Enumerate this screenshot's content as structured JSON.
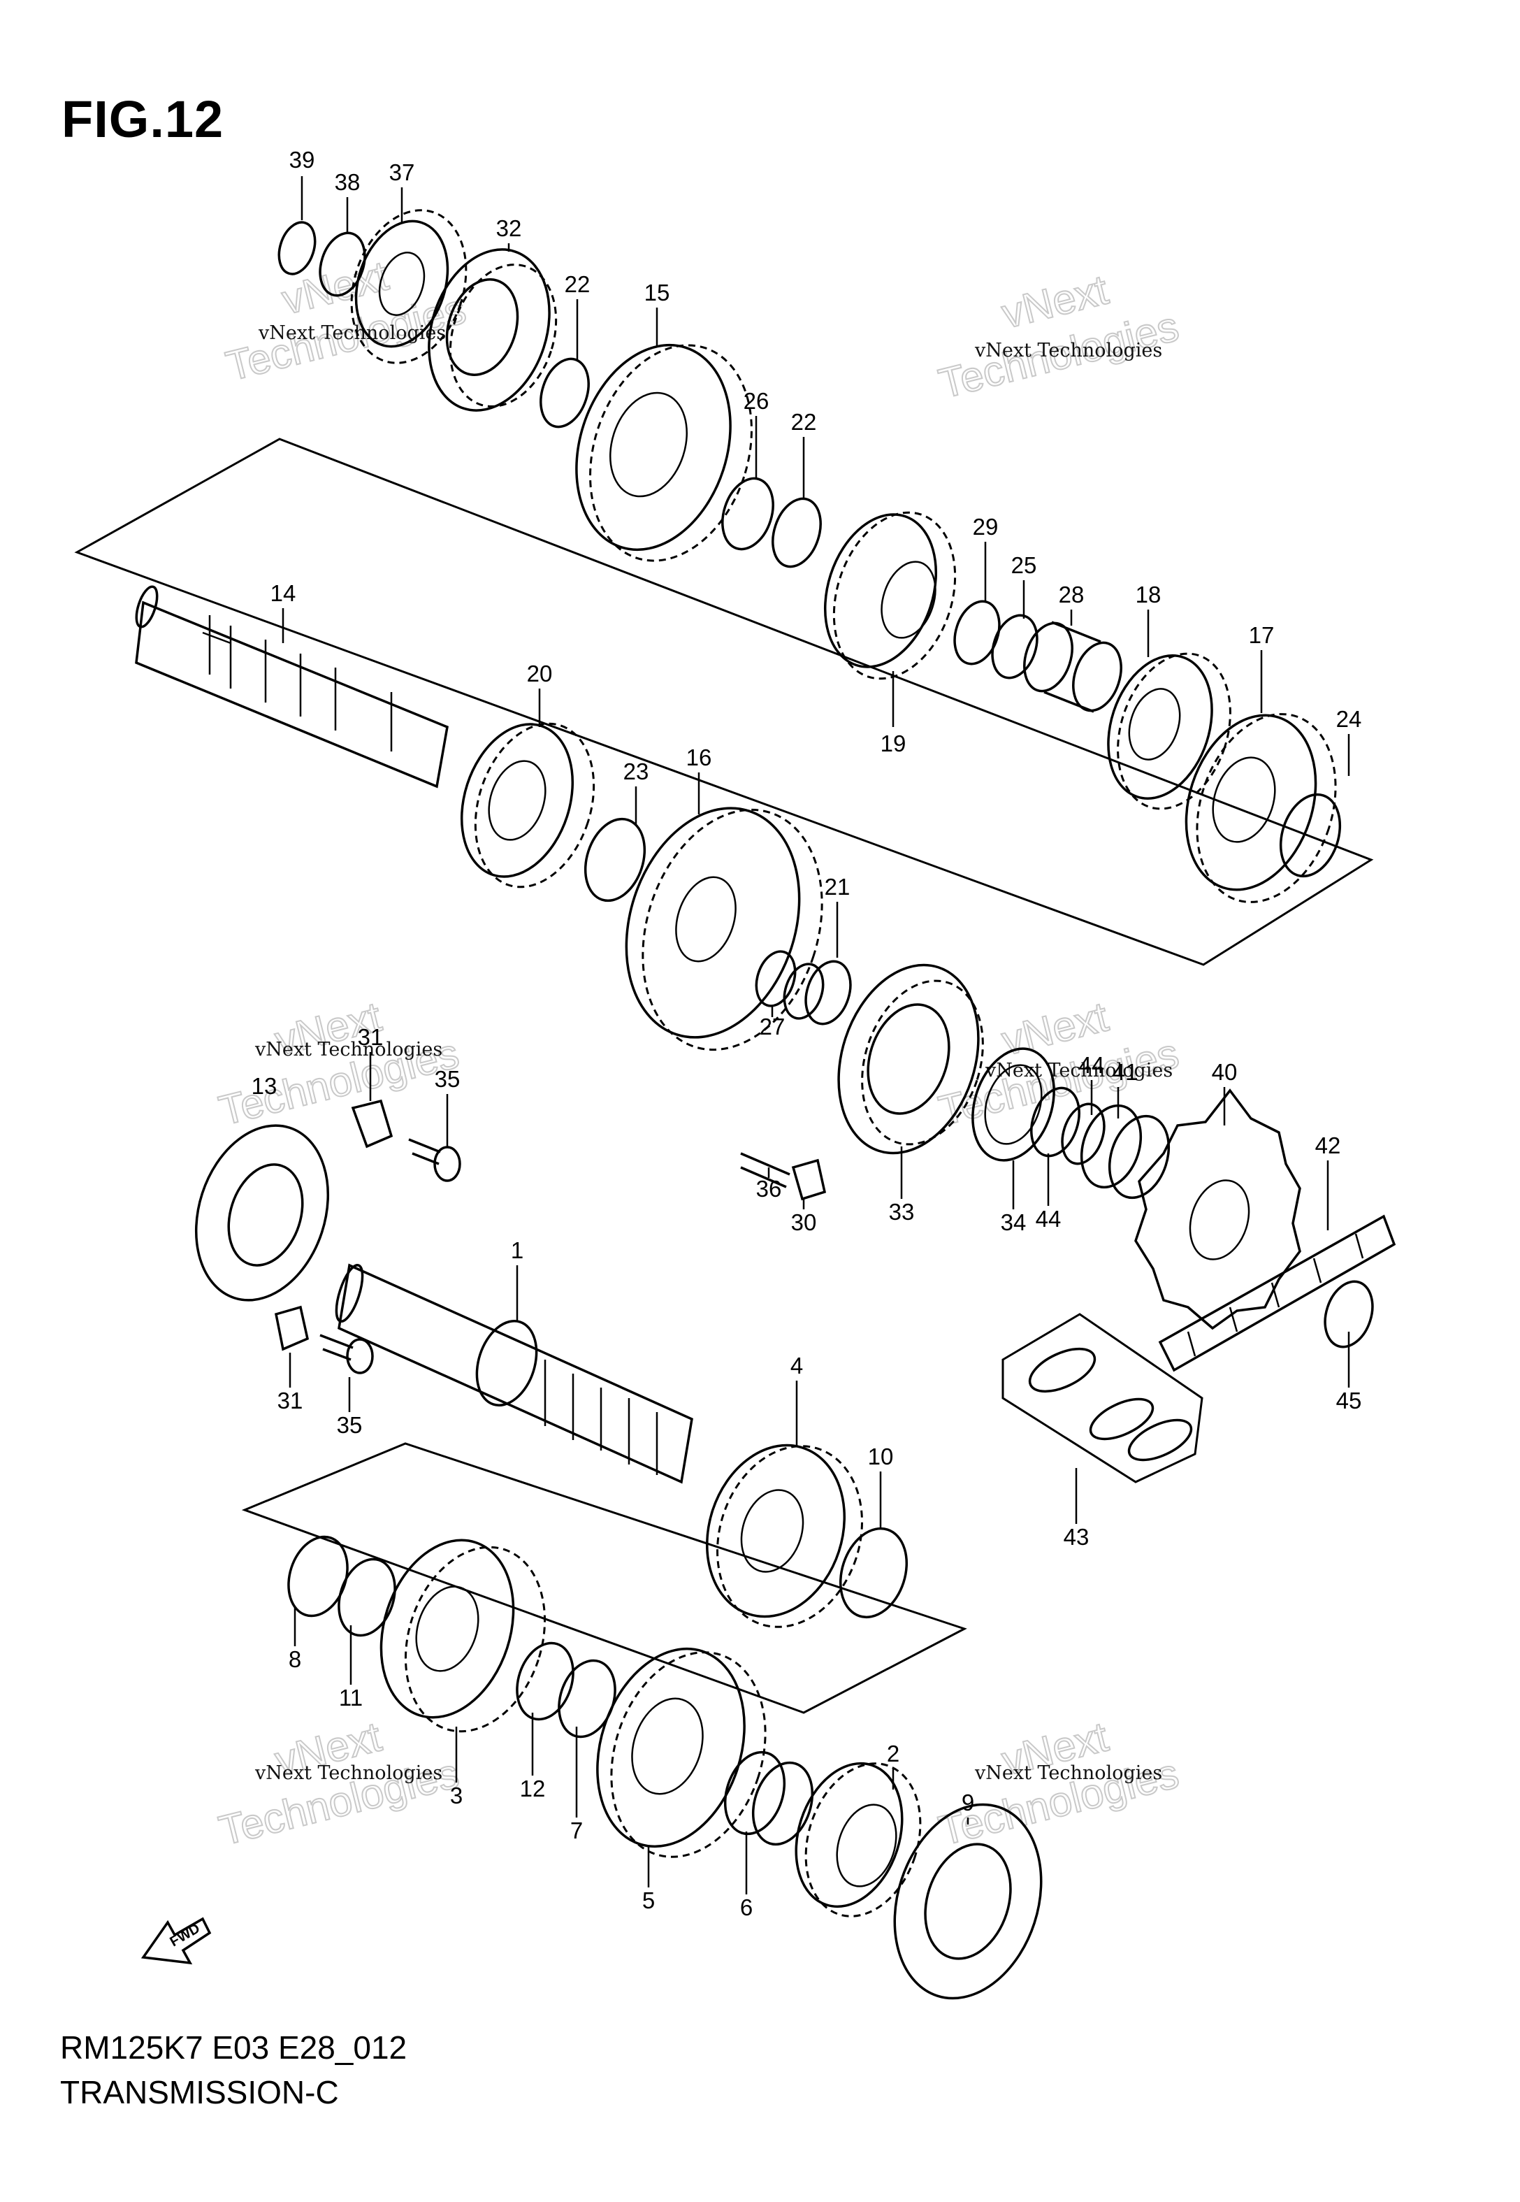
{
  "header": {
    "title": "FIG.12"
  },
  "footer": {
    "model_code": "RM125K7 E03 E28_012",
    "section": "TRANSMISSION-C"
  },
  "watermark": {
    "line1": "vNext Technologies",
    "line2": "vNext",
    "line3": "Technologies"
  },
  "fwd_icon": {
    "icon": "fwd-arrow-icon",
    "label": "FWD"
  },
  "callouts": [
    "39",
    "38",
    "37",
    "32",
    "22",
    "15",
    "26",
    "22",
    "29",
    "25",
    "28",
    "18",
    "17",
    "24",
    "19",
    "14",
    "20",
    "23",
    "16",
    "21",
    "27",
    "13",
    "31",
    "35",
    "36",
    "30",
    "33",
    "34",
    "44",
    "44",
    "41",
    "40",
    "42",
    "1",
    "31",
    "35",
    "4",
    "10",
    "45",
    "43",
    "8",
    "11",
    "12",
    "7",
    "3",
    "5",
    "6",
    "2",
    "9"
  ]
}
